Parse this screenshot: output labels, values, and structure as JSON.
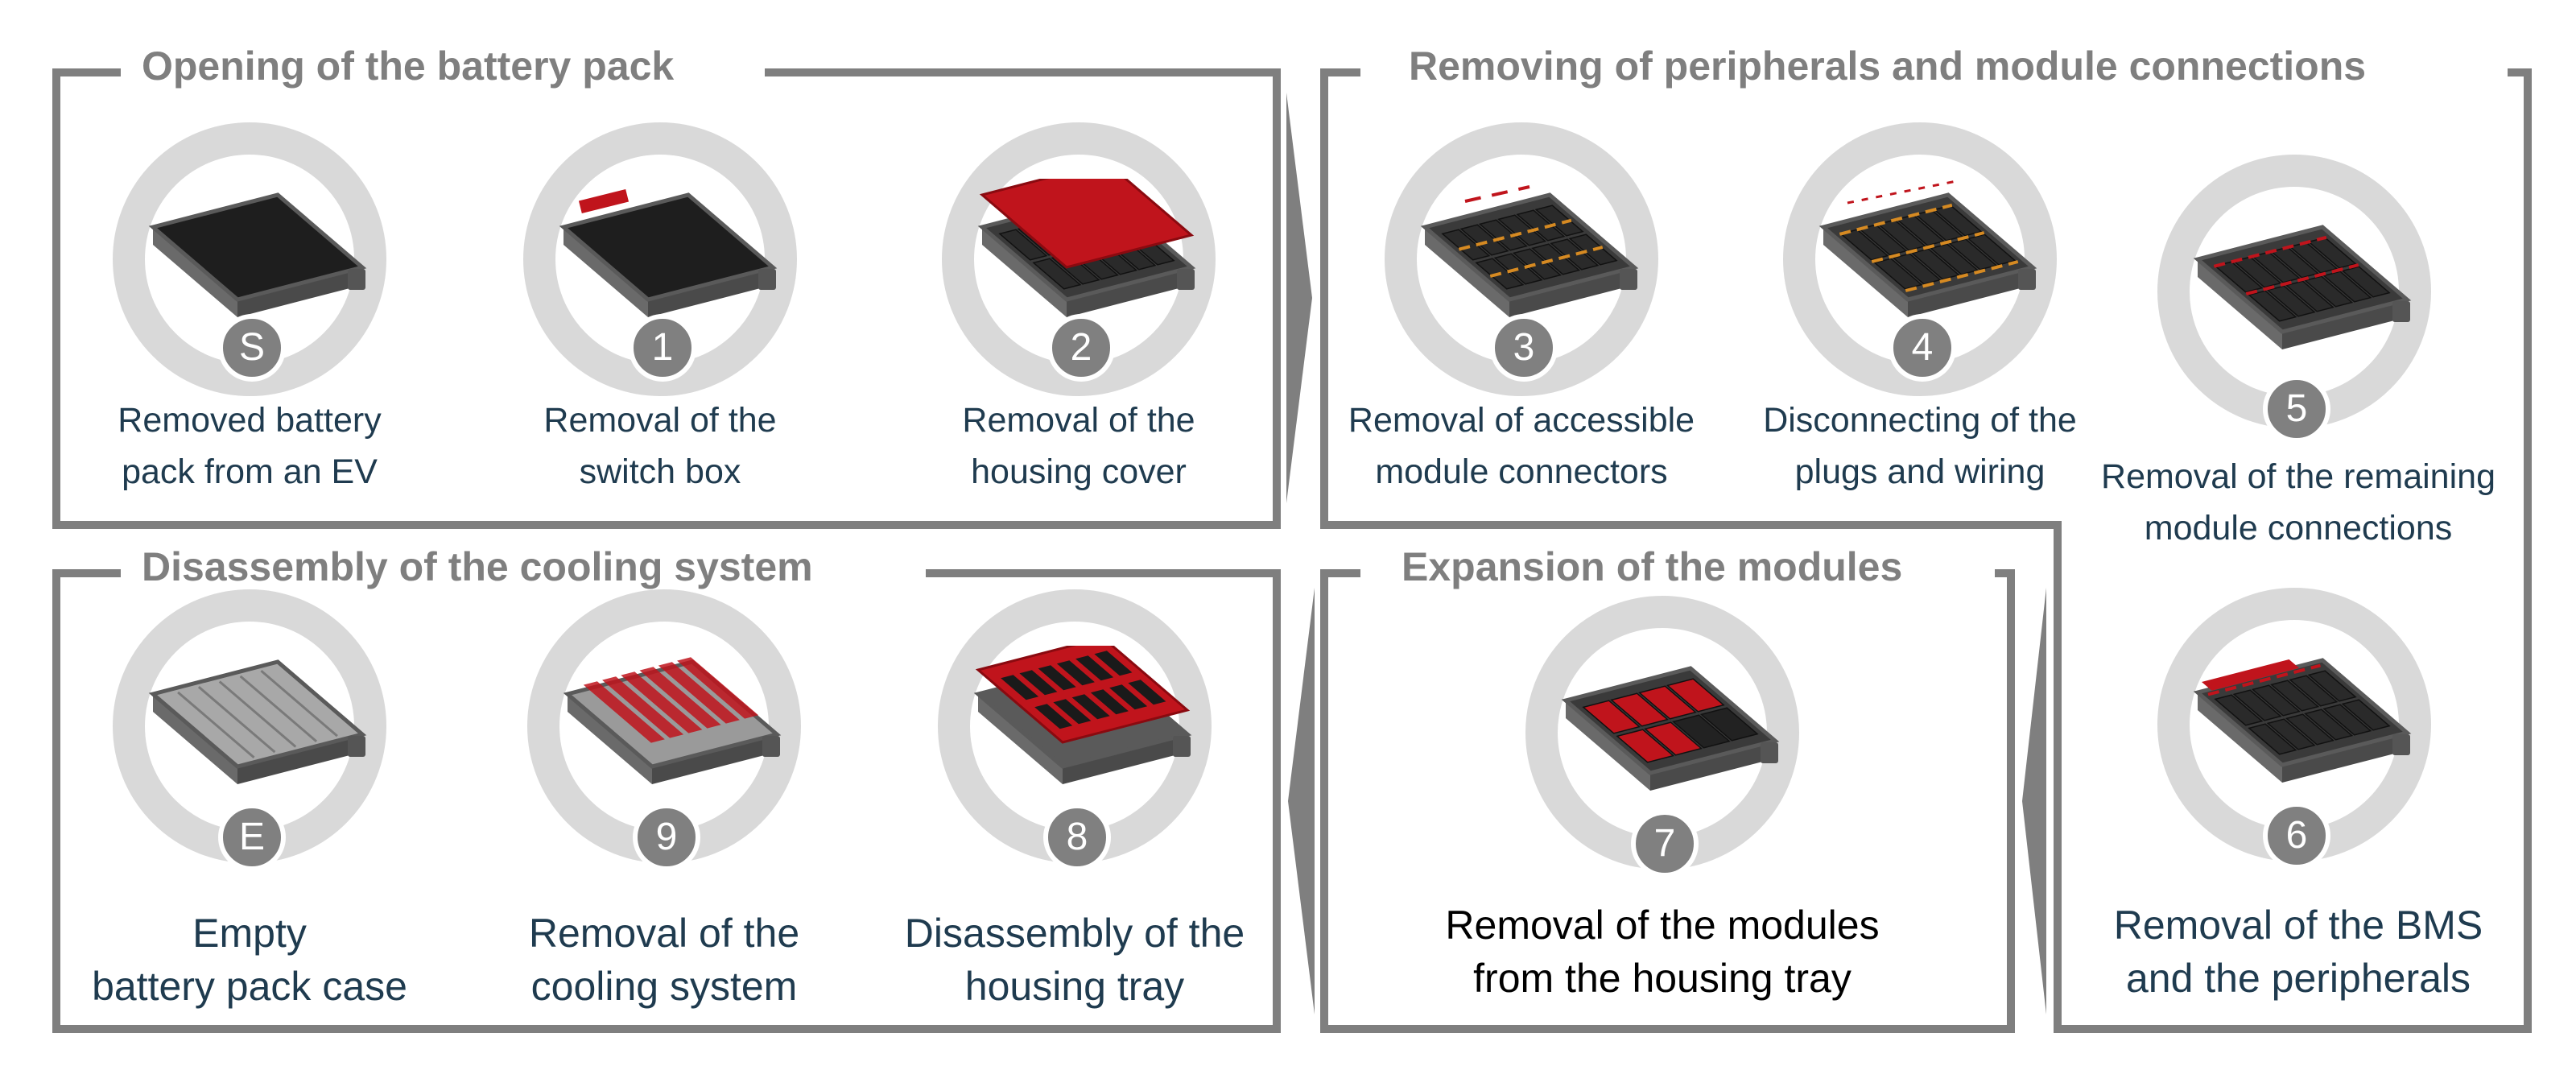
{
  "colors": {
    "frame": "#7f7f7f",
    "ring": "#d9d9d9",
    "badge": "#808080",
    "caption": "#1f3b4f",
    "highlight_red": "#c0141c",
    "battery_dark": "#1e1e1e",
    "battery_frame": "#5a5a5a",
    "connector_orange": "#d68a22"
  },
  "panels": {
    "opening": {
      "title": "Opening of the battery pack"
    },
    "peripherals": {
      "title": "Removing of peripherals and module connections"
    },
    "expansion": {
      "title": "Expansion of the modules"
    },
    "cooling": {
      "title": "Disassembly of the cooling system"
    }
  },
  "steps": {
    "S": {
      "badge": "S",
      "icon": "battery-pack-closed-icon",
      "lines": [
        "Removed battery",
        "pack from an EV"
      ]
    },
    "1": {
      "badge": "1",
      "icon": "switch-box-removal-icon",
      "lines": [
        "Removal of the",
        "switch box"
      ]
    },
    "2": {
      "badge": "2",
      "icon": "housing-cover-removal-icon",
      "lines": [
        "Removal of the",
        "housing cover"
      ]
    },
    "3": {
      "badge": "3",
      "icon": "module-connectors-icon",
      "lines": [
        "Removal of accessible",
        "module connectors"
      ]
    },
    "4": {
      "badge": "4",
      "icon": "plugs-wiring-icon",
      "lines": [
        "Disconnecting of the",
        "plugs and wiring"
      ]
    },
    "5": {
      "badge": "5",
      "icon": "remaining-connections-icon",
      "lines": [
        "Removal of the remaining",
        "module connections"
      ]
    },
    "6": {
      "badge": "6",
      "icon": "bms-peripherals-icon",
      "lines": [
        "Removal of the BMS",
        "and the peripherals"
      ]
    },
    "7": {
      "badge": "7",
      "icon": "modules-removal-icon",
      "lines": [
        "Removal of the modules",
        "from the housing tray"
      ]
    },
    "8": {
      "badge": "8",
      "icon": "housing-tray-disassembly-icon",
      "lines": [
        "Disassembly of the",
        "housing tray"
      ]
    },
    "9": {
      "badge": "9",
      "icon": "cooling-system-icon",
      "lines": [
        "Removal of the",
        "cooling system"
      ]
    },
    "E": {
      "badge": "E",
      "icon": "empty-case-icon",
      "lines": [
        "Empty",
        "battery pack case"
      ]
    }
  }
}
